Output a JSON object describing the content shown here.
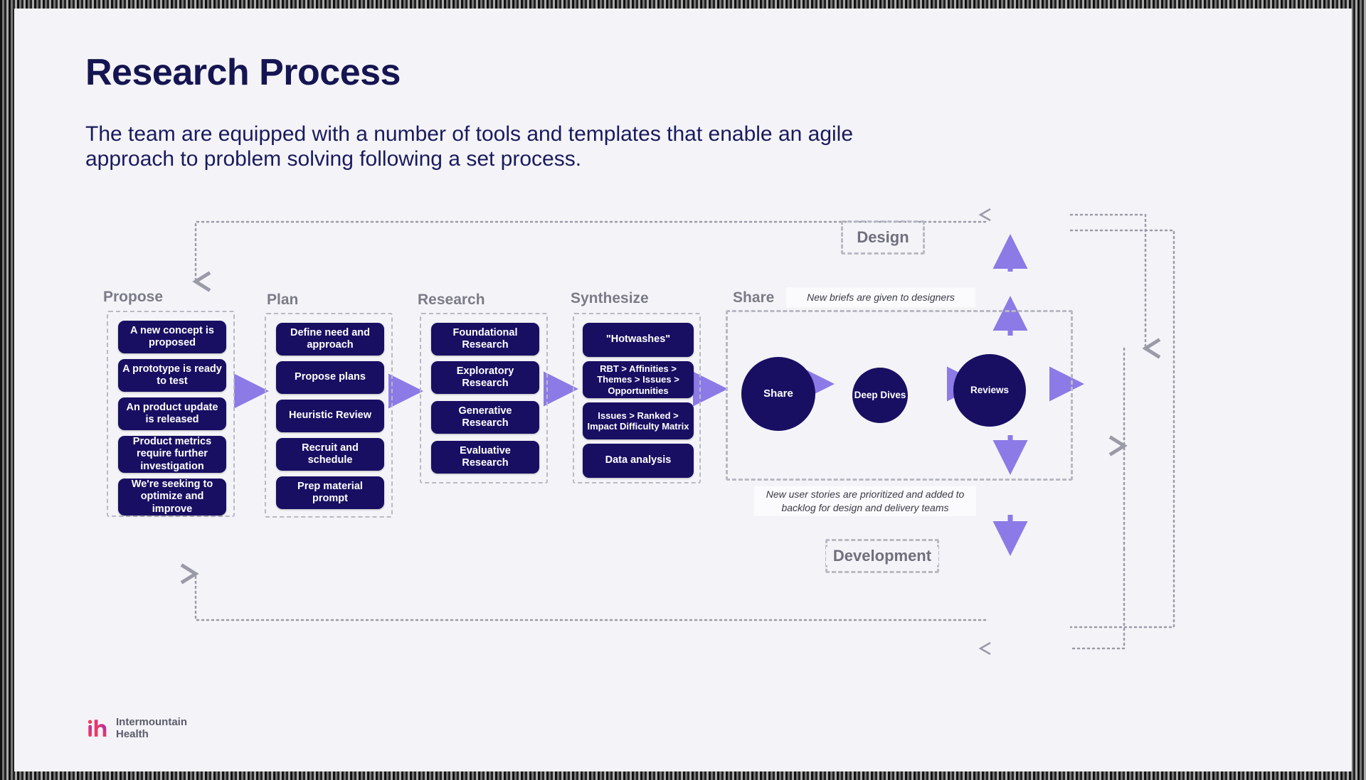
{
  "header": {
    "title": "Research Process",
    "subtitle": "The team are equipped with a number of tools and templates that enable an agile approach to problem solving following a set process."
  },
  "colors": {
    "chip_fill": "#180f63",
    "slide_bg": "#f4f4f8",
    "title": "#151552",
    "dashed_border": "#b9b9c4",
    "arrow_purple": "#8c7ae6",
    "dotted_gray": "#9a9aa8",
    "stage_label": "#7b7b88"
  },
  "stages": [
    {
      "label": "Propose",
      "items": [
        "A new concept is proposed",
        "A prototype is ready to test",
        "An product update is released",
        "Product metrics require further investigation",
        "We're seeking to optimize and improve"
      ]
    },
    {
      "label": "Plan",
      "items": [
        "Define need and approach",
        "Propose plans",
        "Heuristic Review",
        "Recruit and schedule",
        "Prep material prompt"
      ]
    },
    {
      "label": "Research",
      "items": [
        "Foundational Research",
        "Exploratory Research",
        "Generative Research",
        "Evaluative Research"
      ]
    },
    {
      "label": "Synthesize",
      "items": [
        "\"Hotwashes\"",
        "RBT > Affinities > Themes > Issues > Opportunities",
        "Issues > Ranked > Impact Difficulty Matrix",
        "Data analysis"
      ]
    },
    {
      "label": "Share",
      "circles": [
        "Share",
        "Deep Dives",
        "Reviews"
      ]
    }
  ],
  "loops": {
    "design": "Design",
    "development": "Development"
  },
  "notes": {
    "design_note": "New briefs are given to designers",
    "development_note": "New user stories are prioritized and added to backlog for design and delivery teams"
  },
  "logo": {
    "line1": "Intermountain",
    "line2": "Health"
  }
}
